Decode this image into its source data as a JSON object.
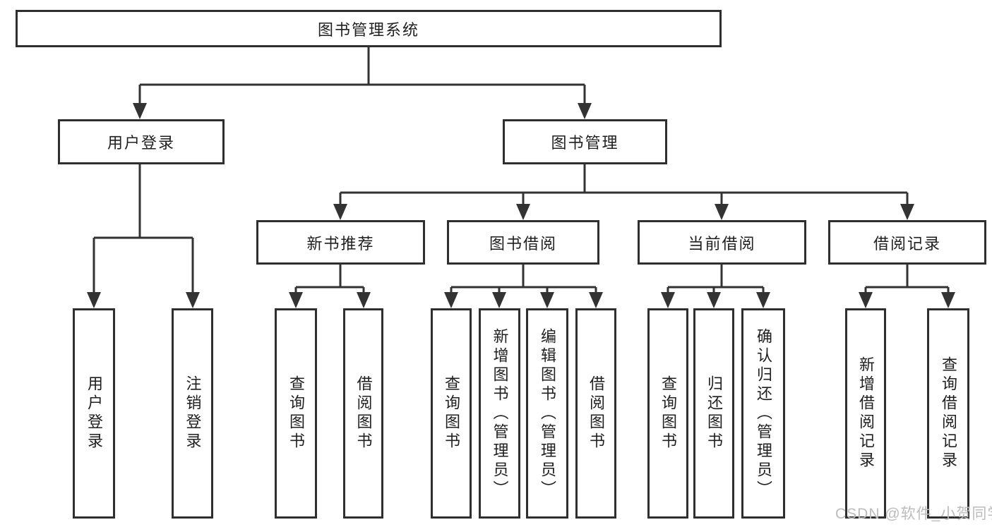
{
  "diagram": {
    "root": {
      "label": "图书管理系统"
    },
    "branches": [
      {
        "label": "用户登录",
        "children": [
          {
            "label": "用户登录"
          },
          {
            "label": "注销登录"
          }
        ]
      },
      {
        "label": "图书管理",
        "children": [
          {
            "label": "新书推荐",
            "children": [
              {
                "label": "查询图书"
              },
              {
                "label": "借阅图书"
              }
            ]
          },
          {
            "label": "图书借阅",
            "children": [
              {
                "label": "查询图书"
              },
              {
                "label": "新增图书（管理员）"
              },
              {
                "label": "编辑图书（管理员）"
              },
              {
                "label": "借阅图书"
              }
            ]
          },
          {
            "label": "当前借阅",
            "children": [
              {
                "label": "查询图书"
              },
              {
                "label": "归还图书"
              },
              {
                "label": "确认归还（管理员）"
              }
            ]
          },
          {
            "label": "借阅记录",
            "children": [
              {
                "label": "新增借阅记录"
              },
              {
                "label": "查询借阅记录"
              }
            ]
          }
        ]
      }
    ]
  },
  "watermark": {
    "text": "CSDN @软件_小贺同学"
  },
  "colors": {
    "line": "#333333",
    "box_border": "#2f2f2f",
    "text": "#1f1f1f",
    "background": "#ffffff",
    "watermark": "#bcbcbc"
  }
}
